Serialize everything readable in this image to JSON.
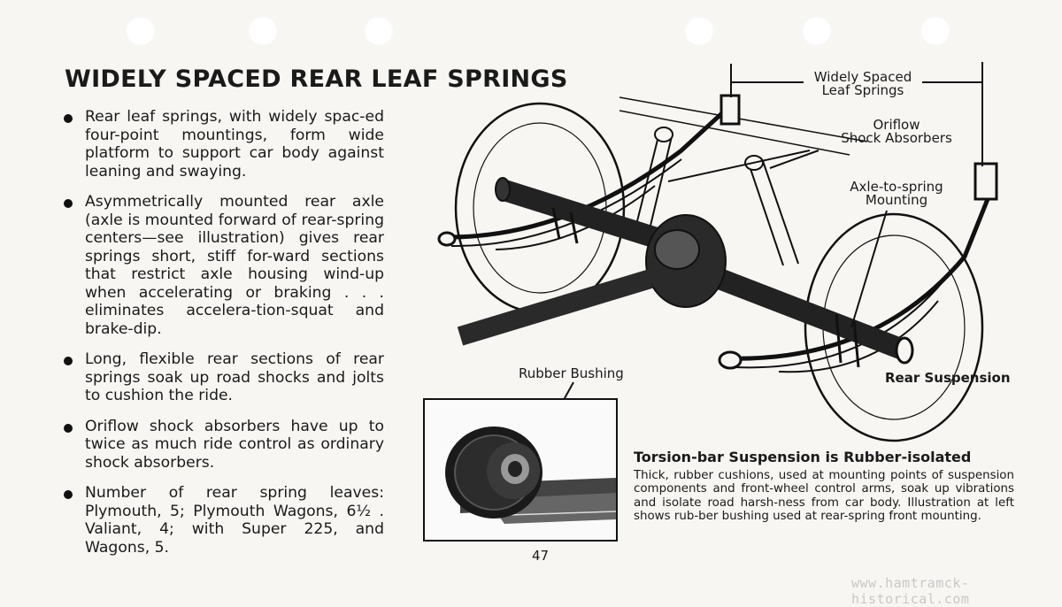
{
  "heading": "WIDELY SPACED REAR LEAF SPRINGS",
  "bullets": [
    "Rear leaf springs, with widely spac-ed four-point mountings, form wide platform to support car body against leaning and swaying.",
    "Asymmetrically mounted rear axle (axle is mounted forward of rear-spring centers—see illustration) gives rear springs short, stiff for-ward sections that restrict axle housing wind-up when accelerating or braking . . . eliminates accelera-tion-squat and brake-dip.",
    "Long, flexible rear sections of rear springs soak up road shocks and jolts to cushion the ride.",
    "Oriflow shock absorbers have up to twice as much ride control as ordinary shock absorbers.",
    "Number of rear spring leaves: Plymouth, 5; Plymouth Wagons, 6½ . Valiant, 4; with Super 225, and Wagons, 5."
  ],
  "labels": {
    "leaf_springs_line1": "Widely Spaced",
    "leaf_springs_line2": "Leaf Springs",
    "shock_line1": "Oriflow",
    "shock_line2": "Shock Absorbers",
    "axle_line1": "Axle-to-spring",
    "axle_line2": "Mounting",
    "rear_suspension": "Rear Suspension",
    "rubber_bushing": "Rubber Bushing"
  },
  "caption": {
    "title": "Torsion-bar Suspension is Rubber-isolated",
    "text": "Thick, rubber cushions, used at mounting points of suspension components and front-wheel control arms, soak up vibrations and isolate road harsh-ness from car body. Illustration at left shows rub-ber bushing used at rear-spring front mounting."
  },
  "page_number": "47",
  "watermark": "www.hamtramck-historical.com"
}
